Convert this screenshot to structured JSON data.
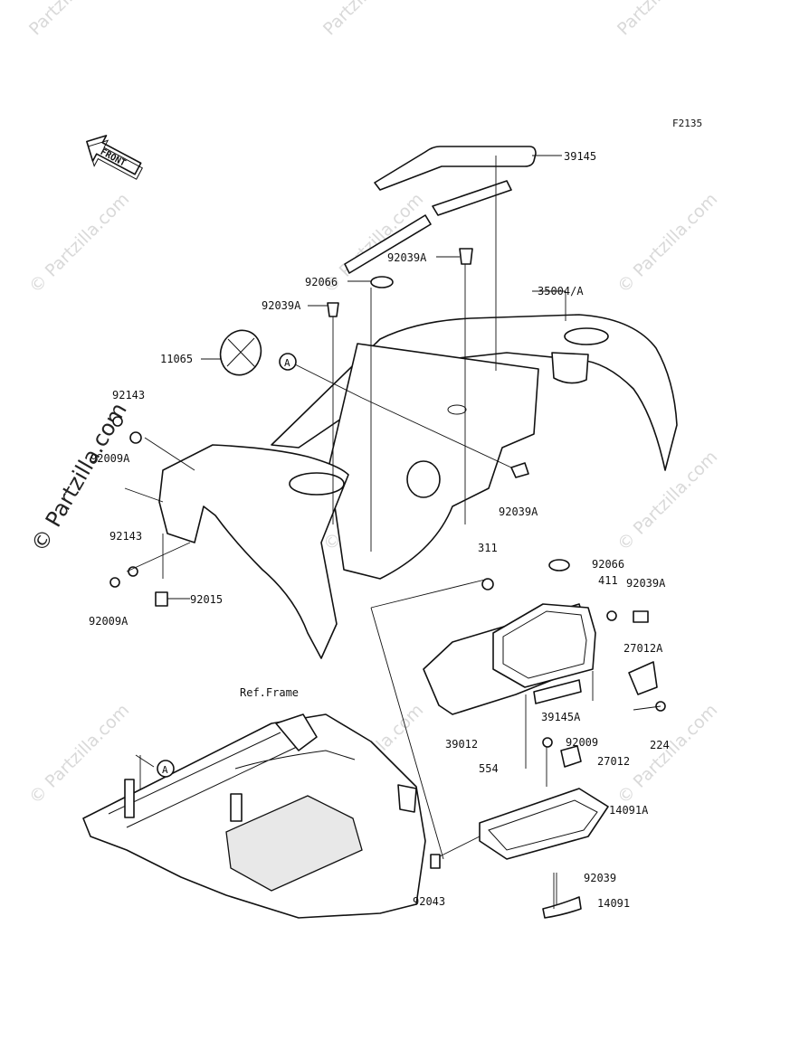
{
  "figure_code": "F2135",
  "front_arrow_label": "FRONT",
  "reference_label": "Ref.Frame",
  "ref_marker": "A",
  "watermark_text": "© Partzilla.com",
  "watermark_small": "Partzilla",
  "part_labels": {
    "p39145": "39145",
    "p92039A_top": "92039A",
    "p92066_top": "92066",
    "p92039A_left": "92039A",
    "p35004A": "35004/A",
    "p11065": "11065",
    "p92143_top": "92143",
    "p92009A_top": "92009A",
    "p92039A_mid": "92039A",
    "p92143_bot": "92143",
    "p92009A_bot": "92009A",
    "p92015": "92015",
    "p311": "311",
    "p92066_right": "92066",
    "p411": "411",
    "p92039A_right": "92039A",
    "p27012A": "27012A",
    "p39145A": "39145A",
    "p39012": "39012",
    "p224": "224",
    "p92009": "92009",
    "p27012": "27012",
    "p554": "554",
    "p14091A": "14091A",
    "p92039": "92039",
    "p92043": "92043",
    "p14091": "14091"
  }
}
